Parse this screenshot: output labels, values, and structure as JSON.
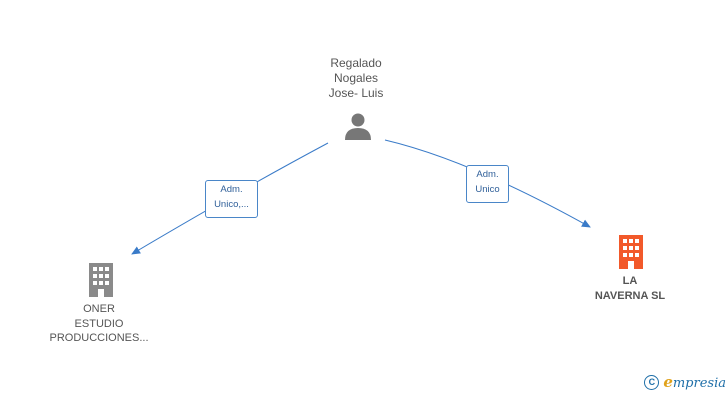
{
  "person": {
    "name_lines": [
      "Regalado",
      "Nogales",
      "Jose- Luis"
    ],
    "icon": "person-icon"
  },
  "relations": [
    {
      "label_lines": [
        "Adm.",
        "Unico,..."
      ]
    },
    {
      "label_lines": [
        "Adm.",
        "Unico"
      ]
    }
  ],
  "companies": [
    {
      "name_lines": [
        "ONER",
        "ESTUDIO",
        "PRODUCCIONES..."
      ],
      "icon": "building-icon",
      "color": "#8a8a8a"
    },
    {
      "name_lines": [
        "LA",
        "NAVERNA  SL"
      ],
      "icon": "building-icon",
      "color": "#f2592a"
    }
  ],
  "colors": {
    "edge": "#3a7bc8",
    "label_border": "#4a86c8"
  },
  "brand": {
    "copyright": "C",
    "initial": "e",
    "rest": "mpresia"
  }
}
